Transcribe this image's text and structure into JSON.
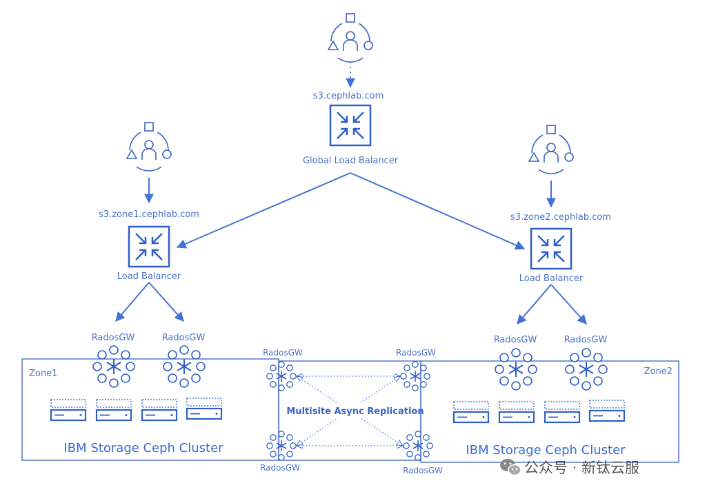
{
  "colors": {
    "accent": "#2f5fc8",
    "line": "#4472d4"
  },
  "top_user": {
    "domain": "s3.cephlab.com",
    "lb_label": "Global Load Balancer"
  },
  "zone1_site": {
    "domain": "s3.zone1.cephlab.com",
    "lb_label": "Load Balancer"
  },
  "zone2_site": {
    "domain": "s3.zone2.cephlab.com",
    "lb_label": "Load Balancer"
  },
  "zone1": {
    "name": "Zone1",
    "cluster_label": "IBM Storage Ceph Cluster",
    "gateways": [
      "RadosGW",
      "RadosGW"
    ]
  },
  "zone2": {
    "name": "Zone2",
    "cluster_label": "IBM Storage Ceph Cluster",
    "gateways": [
      "RadosGW",
      "RadosGW"
    ]
  },
  "replication": {
    "label": "Multisite Async Replication",
    "gateways": [
      "RadosGW",
      "RadosGW",
      "RadosGW",
      "RadosGW"
    ]
  },
  "watermark": {
    "text": "公众号 · 新钛云服",
    "icon": "wechat-icon"
  }
}
